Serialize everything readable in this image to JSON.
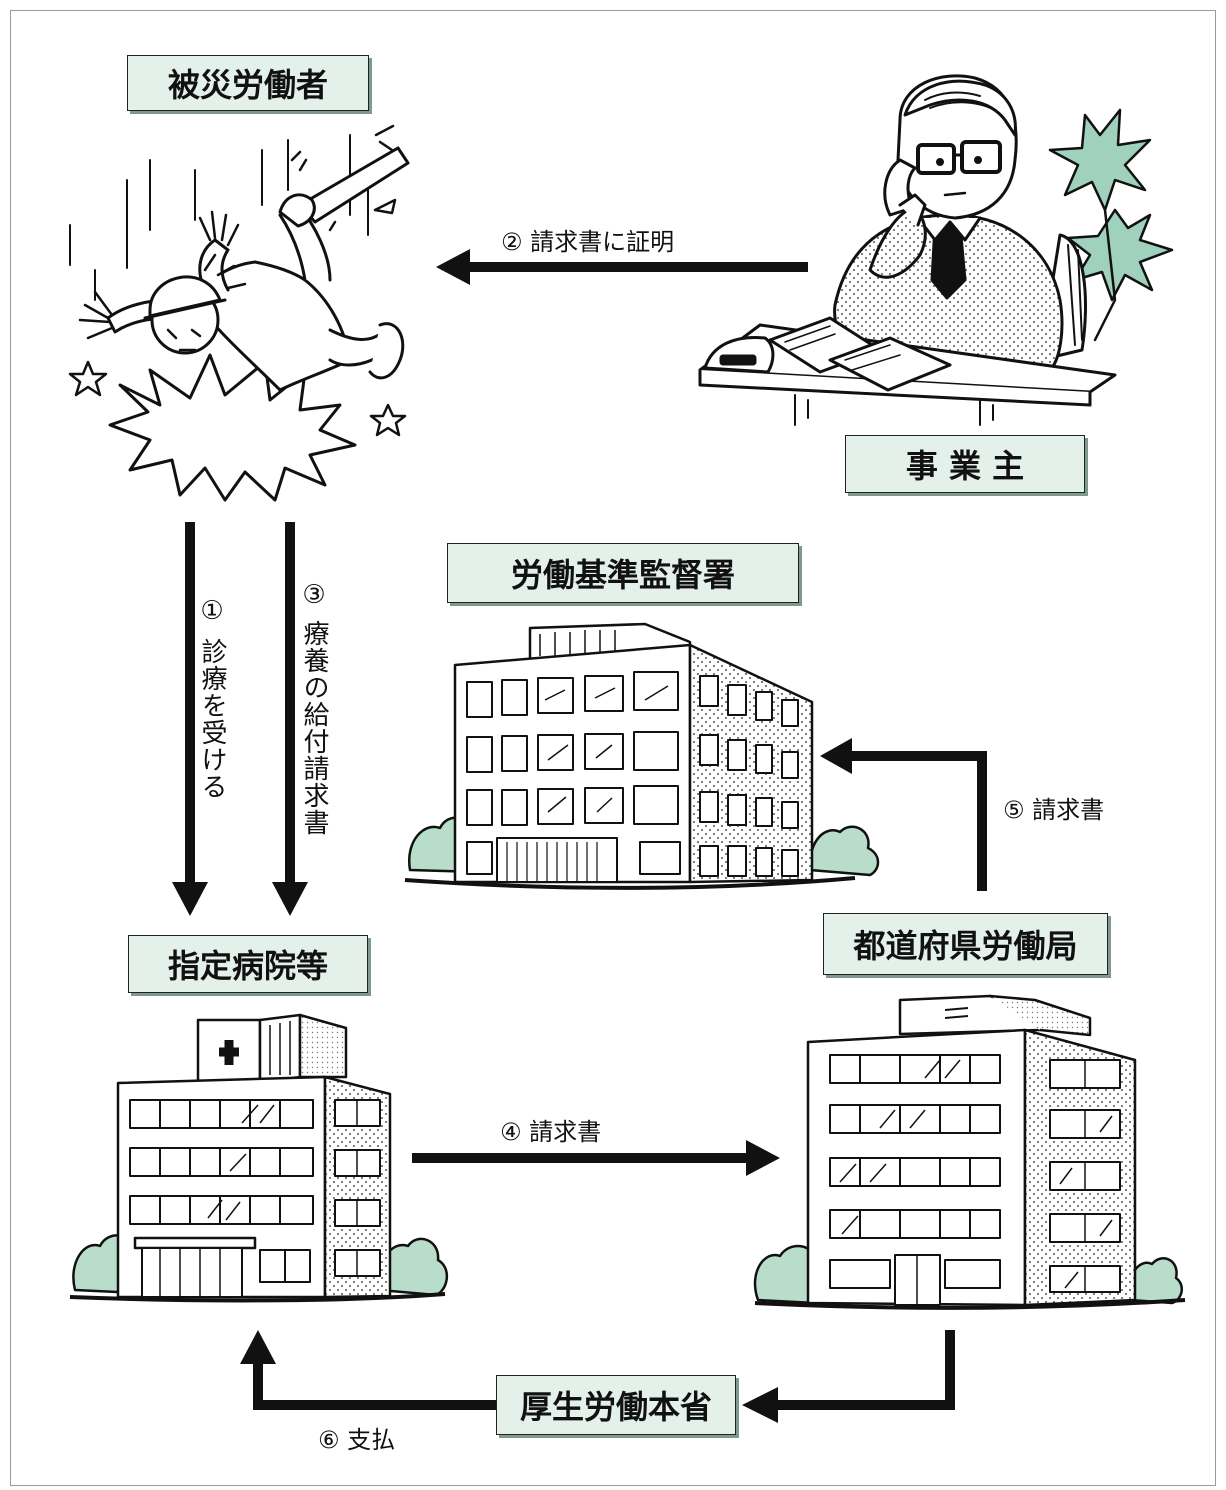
{
  "boxes": {
    "worker": "被災労働者",
    "employer": "事 業 主",
    "labor_office": "労働基準監督署",
    "hospital": "指定病院等",
    "prefectural_bureau": "都道府県労働局",
    "ministry": "厚生労働本省"
  },
  "steps": {
    "s1_num": "①",
    "s1_text": "診療を受ける",
    "s2": "② 請求書に証明",
    "s3_num": "③",
    "s3_text": "療養の給付請求書",
    "s4": "④ 請求書",
    "s5": "⑤ 請求書",
    "s6": "⑥ 支払"
  },
  "colors": {
    "box_fill": "#e3f1ea",
    "shrub": "#b8ddcb",
    "foliage": "#9fd1bc",
    "arrow": "#111111"
  }
}
